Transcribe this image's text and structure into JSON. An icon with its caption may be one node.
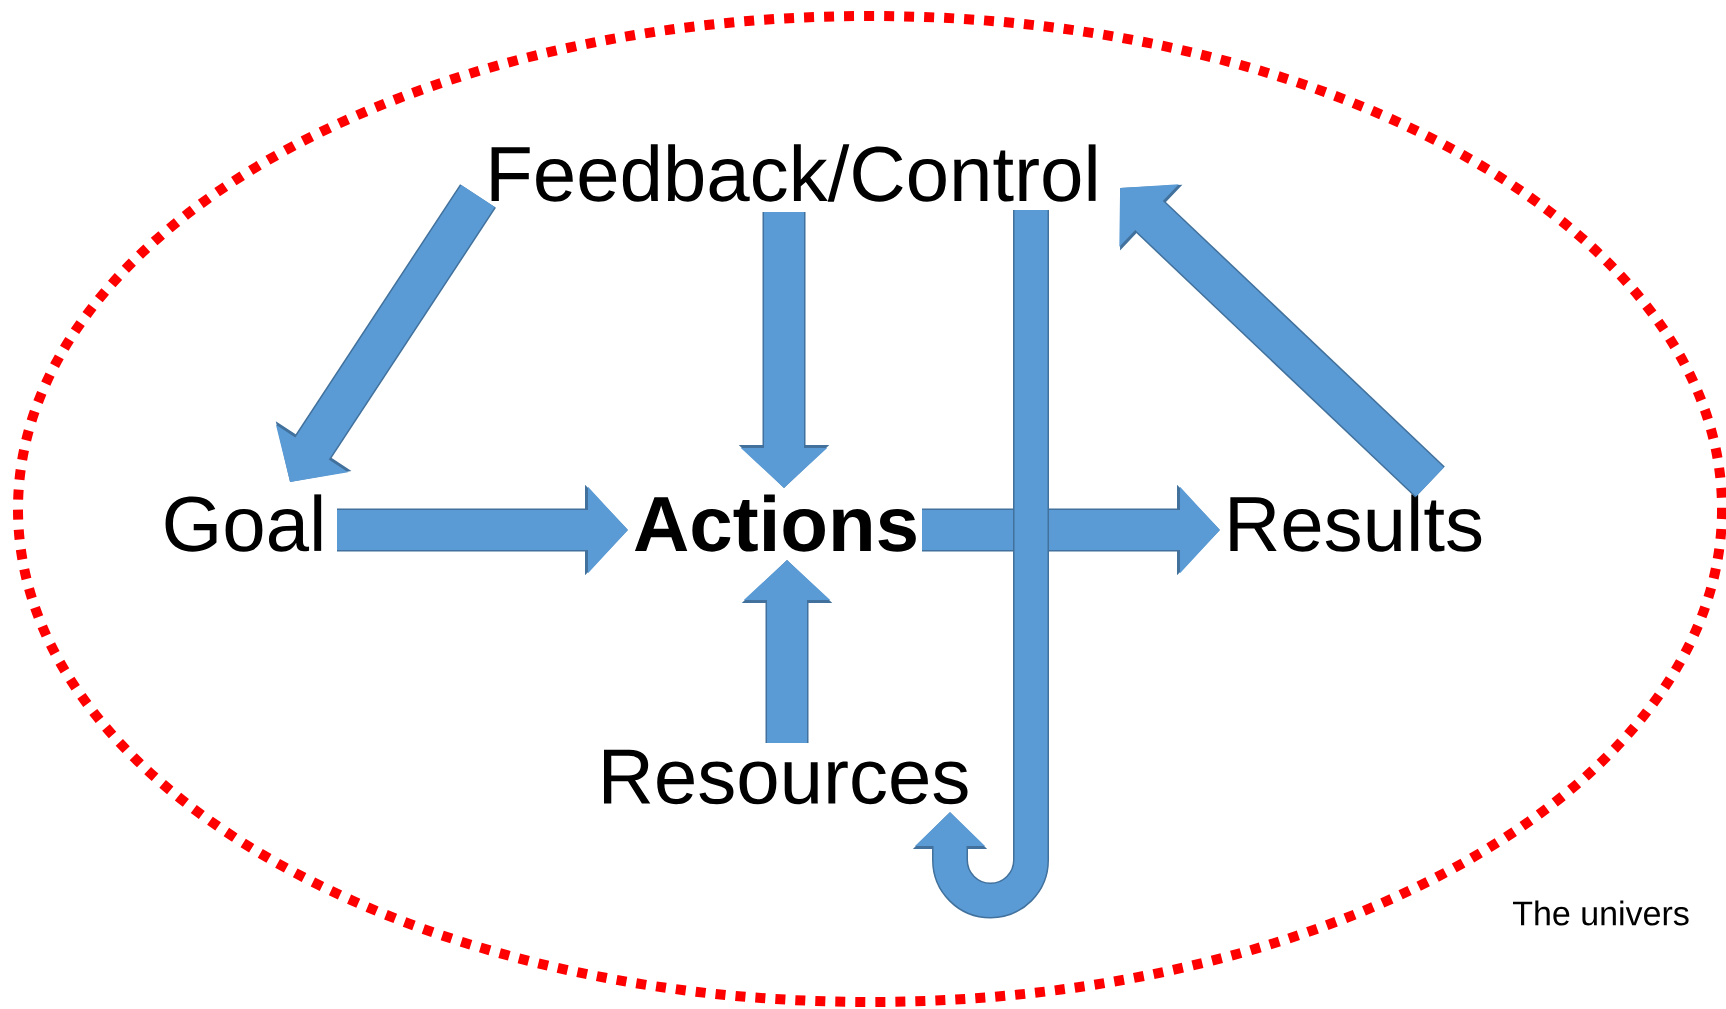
{
  "diagram": {
    "nodes": [
      {
        "text": [
          "Feedback/Control"
        ]
      },
      {
        "text": [
          "Goal"
        ]
      },
      {
        "text": [
          "Actions"
        ]
      },
      {
        "text": [
          "Results"
        ]
      },
      {
        "text": [
          "Resources"
        ]
      }
    ],
    "edges": [
      {
        "from": 0,
        "to": 1,
        "arrow": "to"
      },
      {
        "from": 0,
        "to": 2,
        "arrow": "to"
      },
      {
        "from": 1,
        "to": 2,
        "arrow": "to"
      },
      {
        "from": 2,
        "to": 3,
        "arrow": "to"
      },
      {
        "from": 4,
        "to": 2,
        "arrow": "to"
      },
      {
        "from": 3,
        "to": 0,
        "arrow": "to"
      },
      {
        "from": 0,
        "to": 4,
        "arrow": "to"
      }
    ],
    "labels": [
      "The univers"
    ]
  }
}
